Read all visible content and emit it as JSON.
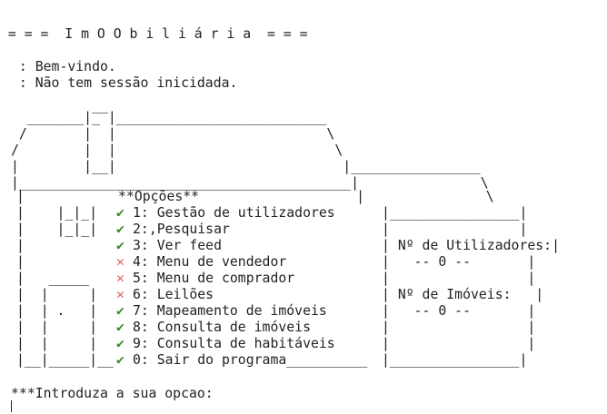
{
  "header": {
    "title": " = = =  I m O O b i l i á r i a  = = =",
    "welcome": " : Bem-vindo.",
    "session": " : Não tem sessão inicidada."
  },
  "art": {
    "r1": "          __",
    "r2": "  _______|_ |__________________________",
    "r3": " /       |  |                          \\",
    "r4": "/        |  |                           \\",
    "r5": "|        |__|                            |________________",
    "r6": "|_________________________________________|               \\"
  },
  "menu": {
    "title": "**Opções**",
    "side_title": "               \\",
    "art_prefixes": [
      "|    |_|_|",
      "|    |_|_|",
      "|",
      "|",
      "|   _____",
      "|  |     |",
      "|  | .   |",
      "|  |     |",
      "|  |     |",
      "|__|_____|__"
    ],
    "items": [
      {
        "status": "ok",
        "icon": "✔",
        "label": "1: Gestão de utilizadores",
        "side": "|________________|"
      },
      {
        "status": "ok",
        "icon": "✔",
        "label": "2:,Pesquisar",
        "side": "|                |"
      },
      {
        "status": "ok",
        "icon": "✔",
        "label": "3: Ver feed",
        "side": "| Nº de Utilizadores:|"
      },
      {
        "status": "no",
        "icon": "✕",
        "label": "4: Menu de vendedor",
        "side": "|   -- 0 --       |"
      },
      {
        "status": "no",
        "icon": "✕",
        "label": "5: Menu de comprador",
        "side": "|                 |"
      },
      {
        "status": "no",
        "icon": "✕",
        "label": "6: Leilões",
        "side": "| Nº de Imóveis:   |"
      },
      {
        "status": "ok",
        "icon": "✔",
        "label": "7: Mapeamento de imóveis",
        "side": "|   -- 0 --       |"
      },
      {
        "status": "ok",
        "icon": "✔",
        "label": "8: Consulta de imóveis",
        "side": "|                 |"
      },
      {
        "status": "ok",
        "icon": "✔",
        "label": "9: Consulta de habitáveis",
        "side": "|                 |"
      },
      {
        "status": "ok",
        "icon": "✔",
        "label": "0: Sair do programa__________",
        "side": "|________________|"
      }
    ]
  },
  "stats": {
    "users_label": "Nº de Utilizadores:",
    "users_value": "-- 0 --",
    "properties_label": "Nº de Imóveis:",
    "properties_value": "-- 0 --"
  },
  "prompt": {
    "text": "***Introduza a sua opcao:"
  },
  "colors": {
    "ok": "#3b8a1e",
    "no": "#e06060",
    "text": "#222222"
  }
}
